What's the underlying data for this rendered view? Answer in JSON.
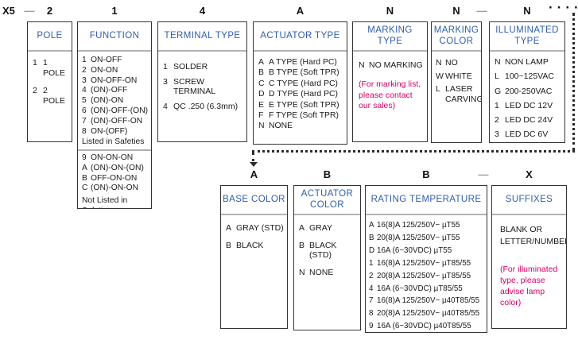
{
  "part_code": {
    "prefix": "X5",
    "dash": "—",
    "dots": "····",
    "top": {
      "pole": "2",
      "function": "1",
      "terminal": "4",
      "actuator_type": "A",
      "marking_type": "N",
      "marking_color": "N",
      "illuminated": "N"
    },
    "bottom": {
      "base_color": "A",
      "actuator_color": "B",
      "rating": "B",
      "suffixes": "X"
    }
  },
  "boxes": {
    "pole": {
      "title": "POLE",
      "items": [
        {
          "c": "1",
          "t": "1 POLE"
        },
        {
          "c": "2",
          "t": "2 POLE"
        }
      ]
    },
    "function": {
      "title": "FUNCTION",
      "items_listed": [
        {
          "c": "1",
          "t": "ON-OFF"
        },
        {
          "c": "2",
          "t": "ON-ON"
        },
        {
          "c": "3",
          "t": "ON-OFF-ON"
        },
        {
          "c": "4",
          "t": "(ON)-OFF"
        },
        {
          "c": "5",
          "t": "(ON)-ON"
        },
        {
          "c": "6",
          "t": "(ON)-OFF-(ON)"
        },
        {
          "c": "7",
          "t": "(ON)-OFF-ON"
        },
        {
          "c": "8",
          "t": "ON-(OFF)"
        }
      ],
      "note_listed": "Listed in Safeties",
      "items_not_listed": [
        {
          "c": "9",
          "t": "ON-ON-ON"
        },
        {
          "c": "A",
          "t": "(ON)-ON-(ON)"
        },
        {
          "c": "B",
          "t": "OFF-ON-ON"
        },
        {
          "c": "C",
          "t": "(ON)-ON-ON"
        }
      ],
      "note_not_listed": "Not Listed in Safeties"
    },
    "terminal": {
      "title": "TERMINAL TYPE",
      "items": [
        {
          "c": "1",
          "t": "SOLDER"
        },
        {
          "c": "3",
          "t": "SCREW TERMINAL"
        },
        {
          "c": "4",
          "t": "QC .250 (6.3mm)"
        }
      ]
    },
    "actuator_type": {
      "title": "ACTUATOR TYPE",
      "items": [
        {
          "c": "A",
          "t": "A TYPE (Hard PC)"
        },
        {
          "c": "B",
          "t": "B TYPE (Soft TPR)"
        },
        {
          "c": "C",
          "t": "C TYPE (Hard PC)"
        },
        {
          "c": "D",
          "t": "D TYPE (Hard PC)"
        },
        {
          "c": "E",
          "t": "E TYPE (Soft TPR)"
        },
        {
          "c": "F",
          "t": "F TYPE (Soft TPR)"
        },
        {
          "c": "N",
          "t": "NONE"
        }
      ]
    },
    "marking_type": {
      "title": "MARKING TYPE",
      "items": [
        {
          "c": "N",
          "t": "NO MARKING"
        }
      ],
      "note": "(For marking list, please contact our sales)"
    },
    "marking_color": {
      "title": "MARKING COLOR",
      "items": [
        {
          "c": "N",
          "t": "NO"
        },
        {
          "c": "W",
          "t": "WHITE"
        },
        {
          "c": "L",
          "t": "LASER CARVING"
        }
      ]
    },
    "illuminated": {
      "title": "ILLUMINATED TYPE",
      "items": [
        {
          "c": "N",
          "t": "NON LAMP"
        },
        {
          "c": "L",
          "t": "100~125VAC"
        },
        {
          "c": "G",
          "t": "200-250VAC"
        },
        {
          "c": "1",
          "t": "LED DC 12V"
        },
        {
          "c": "2",
          "t": "LED DC 24V"
        },
        {
          "c": "3",
          "t": "LED DC 6V"
        }
      ]
    },
    "base_color": {
      "title": "BASE COLOR",
      "items": [
        {
          "c": "A",
          "t": "GRAY (STD)"
        },
        {
          "c": "B",
          "t": "BLACK"
        }
      ]
    },
    "actuator_color": {
      "title": "ACTUATOR COLOR",
      "items": [
        {
          "c": "A",
          "t": "GRAY"
        },
        {
          "c": "B",
          "t": "BLACK (STD)"
        },
        {
          "c": "N",
          "t": "NONE"
        }
      ]
    },
    "rating": {
      "title": "RATING TEMPERATURE",
      "items": [
        {
          "c": "A",
          "t": "16(8)A 125/250V~ µT55"
        },
        {
          "c": "B",
          "t": "20(8)A 125/250V~ µT55"
        },
        {
          "c": "D",
          "t": "16A (6~30VDC) µT55"
        },
        {
          "c": "1",
          "t": "16(8)A 125/250V~ µT85/55"
        },
        {
          "c": "2",
          "t": "20(8)A 125/250V~ µT85/55"
        },
        {
          "c": "4",
          "t": "16A (6~30VDC) µT85/55"
        },
        {
          "c": "7",
          "t": "16(8)A 125/250V~ µ40T85/55"
        },
        {
          "c": "8",
          "t": "20(8)A 125/250V~ µ40T85/55"
        },
        {
          "c": "9",
          "t": "16A (6~30VDC) µ40T85/55"
        }
      ]
    },
    "suffixes": {
      "title": "SUFFIXES",
      "text": "BLANK OR LETTER/NUMBER",
      "note": "(For illuminated type, please advise lamp color)"
    }
  },
  "colors": {
    "title_blue": "#2f5fa8",
    "note_magenta": "#d4006b",
    "dash_gray": "#9a9a9a",
    "text": "#1a1a1a"
  }
}
